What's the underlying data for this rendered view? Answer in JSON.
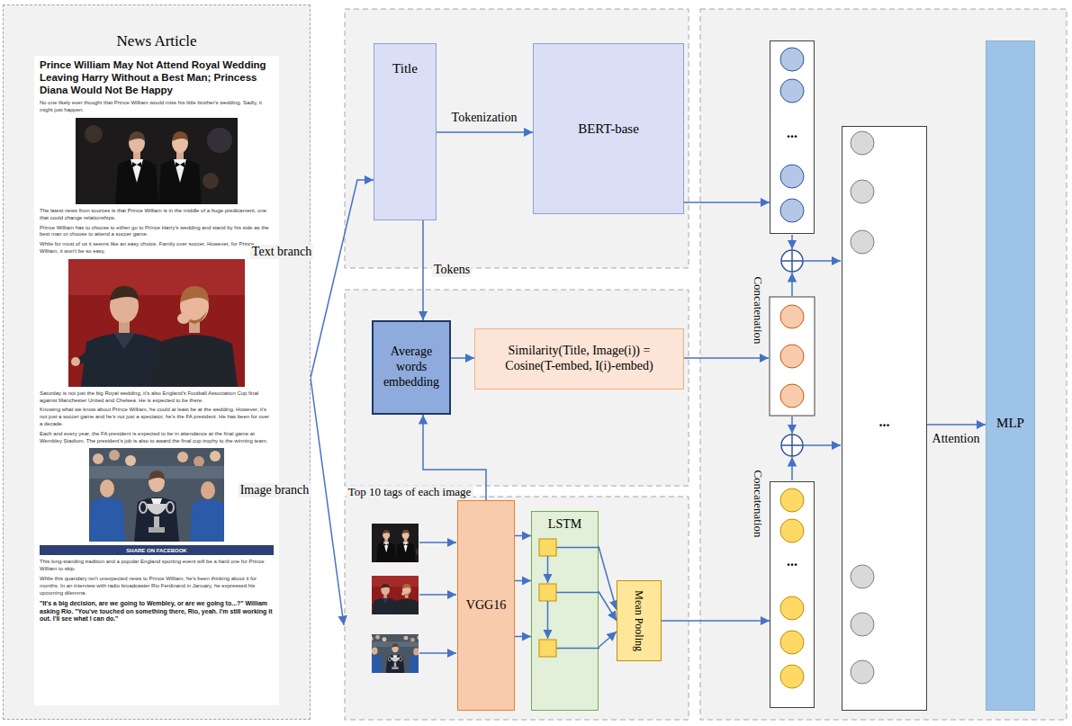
{
  "diagram": {
    "nodes": [
      {
        "text": [
          "News Article"
        ]
      },
      {
        "text": [
          "Title"
        ]
      },
      {
        "text": [
          "BERT-base"
        ]
      },
      {
        "text": [
          "Average words embedding"
        ]
      },
      {
        "text": [
          "Similarity(Title, Image(i)) = Cosine(T-embed, I(i)-embed)"
        ]
      },
      {
        "text": [
          "VGG16"
        ]
      },
      {
        "text": [
          "LSTM"
        ]
      },
      {
        "text": [
          "Mean Pooling"
        ]
      },
      {
        "text": [
          "..."
        ]
      },
      {
        "text": [
          "..."
        ]
      },
      {
        "text": [
          "..."
        ]
      },
      {
        "text": [
          "MLP"
        ]
      }
    ],
    "edges": [
      {
        "from": 0,
        "to": 1,
        "arrow": "to",
        "label": "Text branch"
      },
      {
        "from": 1,
        "to": 2,
        "arrow": "to",
        "label": "Tokenization"
      },
      {
        "from": 1,
        "to": 3,
        "arrow": "to",
        "label": "Tokens"
      },
      {
        "from": 5,
        "to": 3,
        "arrow": "to",
        "label": "Top 10 tags of each image"
      },
      {
        "from": 3,
        "to": 4,
        "arrow": "to"
      },
      {
        "from": 2,
        "to": 8,
        "arrow": "to"
      },
      {
        "from": 5,
        "to": 6,
        "arrow": "to"
      },
      {
        "from": 5,
        "to": 6,
        "arrow": "to"
      },
      {
        "from": 5,
        "to": 6,
        "arrow": "to"
      },
      {
        "from": 6,
        "to": 7,
        "arrow": "to"
      },
      {
        "from": 6,
        "to": 7,
        "arrow": "to"
      },
      {
        "from": 6,
        "to": 7,
        "arrow": "to"
      },
      {
        "from": 7,
        "to": 9,
        "arrow": "to"
      },
      {
        "from": 10,
        "to": 11,
        "arrow": "to",
        "label": "Attention"
      }
    ],
    "labels": [
      "Prince William May Not Attend Royal Wedding Leaving Harry Without a Best Man; Princess Diana Would Not Be Happy",
      "No one likely ever thought that Prince William would miss his little brother's wedding. Sadly, it might just happen.",
      "The latest news from sources is that Prince William is in the middle of a huge predicament, one that could change relationships.",
      "Prince William has to choose to either go to Prince Harry's wedding and stand by his side as the best man or choose to attend a soccer game.",
      "While for most of us it seems like an easy choice. Family over soccer. However, for Prince William, it won't be so easy.",
      "Saturday is not just the big Royal wedding, it's also England's Football Association Cup final against Manchester United and Chelsea. He is expected to be there.",
      "Knowing what we know about Prince William, he could at least be at the wedding. However, it's not just a soccer game and he's not just a spectator, he's the FA president. He has been for over a decade.",
      "Each and every year, the FA president is expected to be in attendance at the final game at Wembley Stadium. The president's job is also to award the final cup trophy to the winning team.",
      "SHARE ON FACEBOOK",
      "This long-standing tradition and a popular England sporting event will be a hard one for Prince William to skip.",
      "While this quandary isn't unexpected news to Prince William, he's been thinking about it for months. In an interview with radio broadcaster Rio Ferdinand in January, he expressed his upcoming dilemma.",
      "\"It's a big decision, are we going to Wembley, or are we going to...?\" William asking Rio. \"You've touched on something there, Rio, yeah. I'm still working it out. I'll see what I can do.\"",
      "Image branch",
      "Concatenation",
      "Concatenation"
    ]
  }
}
